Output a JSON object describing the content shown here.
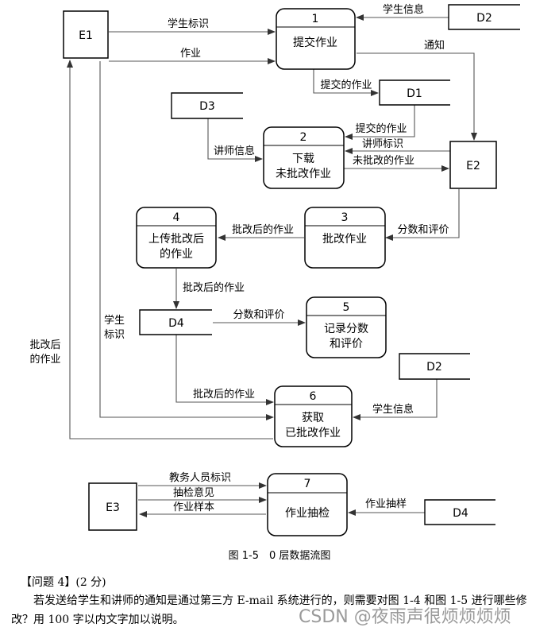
{
  "diagram": {
    "entities": {
      "e1": "E1",
      "e2": "E2",
      "e3": "E3"
    },
    "processes": {
      "p1": {
        "num": "1",
        "name": "提交作业"
      },
      "p2": {
        "num": "2",
        "line1": "下载",
        "line2": "未批改作业"
      },
      "p3": {
        "num": "3",
        "name": "批改作业"
      },
      "p4": {
        "num": "4",
        "line1": "上传批改后",
        "line2": "的作业"
      },
      "p5": {
        "num": "5",
        "line1": "记录分数",
        "line2": "和评价"
      },
      "p6": {
        "num": "6",
        "line1": "获取",
        "line2": "已批改作业"
      },
      "p7": {
        "num": "7",
        "name": "作业抽检"
      }
    },
    "stores": {
      "d2a": "D2",
      "d1": "D1",
      "d3": "D3",
      "d4a": "D4",
      "d2b": "D2",
      "d4b": "D4"
    },
    "flows": {
      "student_id_e1_p1": "学生标识",
      "homework_e1_p1": "作业",
      "student_info_d2_p1": "学生信息",
      "notify": "通知",
      "submitted_p1_d1": "提交的作业",
      "submitted_d1_p2": "提交的作业",
      "teacher_info": "讲师信息",
      "teacher_id": "讲师标识",
      "ungraded": "未批改的作业",
      "score_eval_e2_p3": "分数和评价",
      "graded_p3_p4": "批改后的作业",
      "graded_p4_d4": "批改后的作业",
      "score_eval_d4_p5": "分数和评价",
      "student_id_p6_line1": "学生",
      "student_id_p6_line2": "标识",
      "graded_to_e1_line1": "批改后",
      "graded_to_e1_line2": "的作业",
      "graded_d4_p6": "批改后的作业",
      "student_info_d2_p6": "学生信息",
      "staff_id": "教务人员标识",
      "check_opinion": "抽检意见",
      "homework_sample": "作业样本",
      "homework_sampling": "作业抽样"
    },
    "caption": "图 1-5　0 层数据流图"
  },
  "question": {
    "title": "【问题 4】(2 分)",
    "text": "若发送给学生和讲师的通知是通过第三方 E-mail 系统进行的，则需要对图 1-4 和图 1-5 进行哪些修改？用 100 字以内文字加以说明。"
  },
  "watermark": "CSDN @夜雨声很烦烦烦烦"
}
